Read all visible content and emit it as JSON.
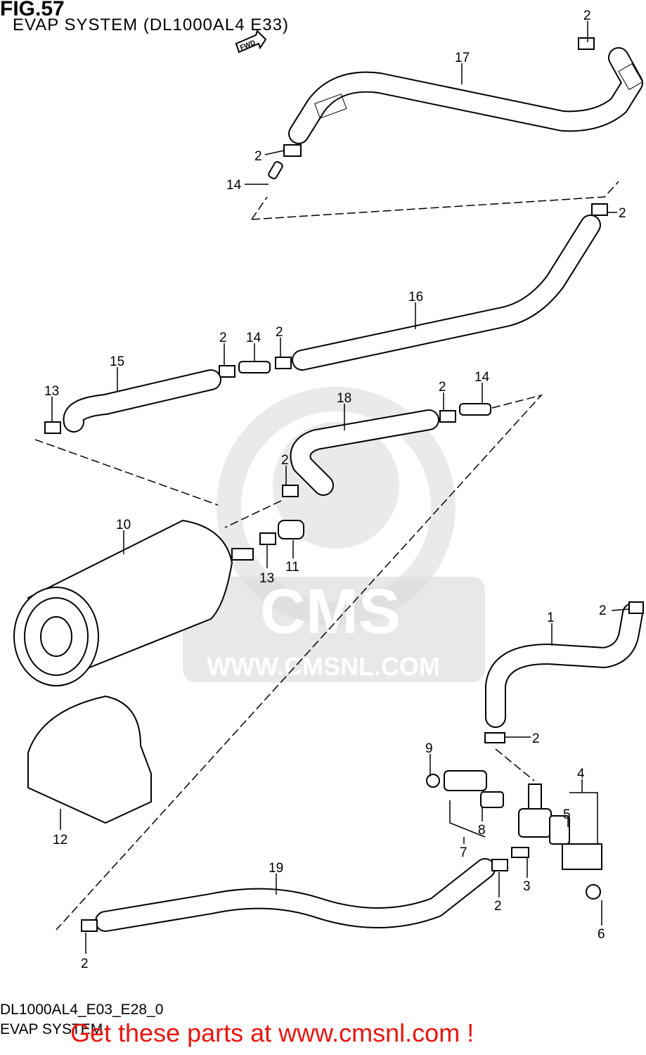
{
  "header": {
    "fig_number": "FIG.57",
    "title": "EVAP SYSTEM (DL1000AL4 E33)"
  },
  "fwd_label": "FWD",
  "watermark": {
    "brand": "CMS",
    "url": "WWW.CMSNL.COM"
  },
  "callouts": {
    "c2_a": "2",
    "c17": "17",
    "c2_b": "2",
    "c14_a": "14",
    "c2_c": "2",
    "c16": "16",
    "c2_d": "2",
    "c14_b": "14",
    "c2_e": "2",
    "c15": "15",
    "c13_a": "13",
    "c18": "18",
    "c2_f": "2",
    "c14_c": "14",
    "c2_g": "2",
    "c10": "10",
    "c13_b": "13",
    "c11": "11",
    "c2_h": "2",
    "c1": "1",
    "c2_i": "2",
    "c9": "9",
    "c4": "4",
    "c5": "5",
    "c8": "8",
    "c7": "7",
    "c12": "12",
    "c3": "3",
    "c19": "19",
    "c2_j": "2",
    "c6": "6",
    "c2_k": "2"
  },
  "footer": {
    "diagram_code": "DL1000AL4_E03_E28_0",
    "section_name": "EVAP SYSTEM"
  },
  "promo_text": "Get these parts at www.cmsnl.com !"
}
